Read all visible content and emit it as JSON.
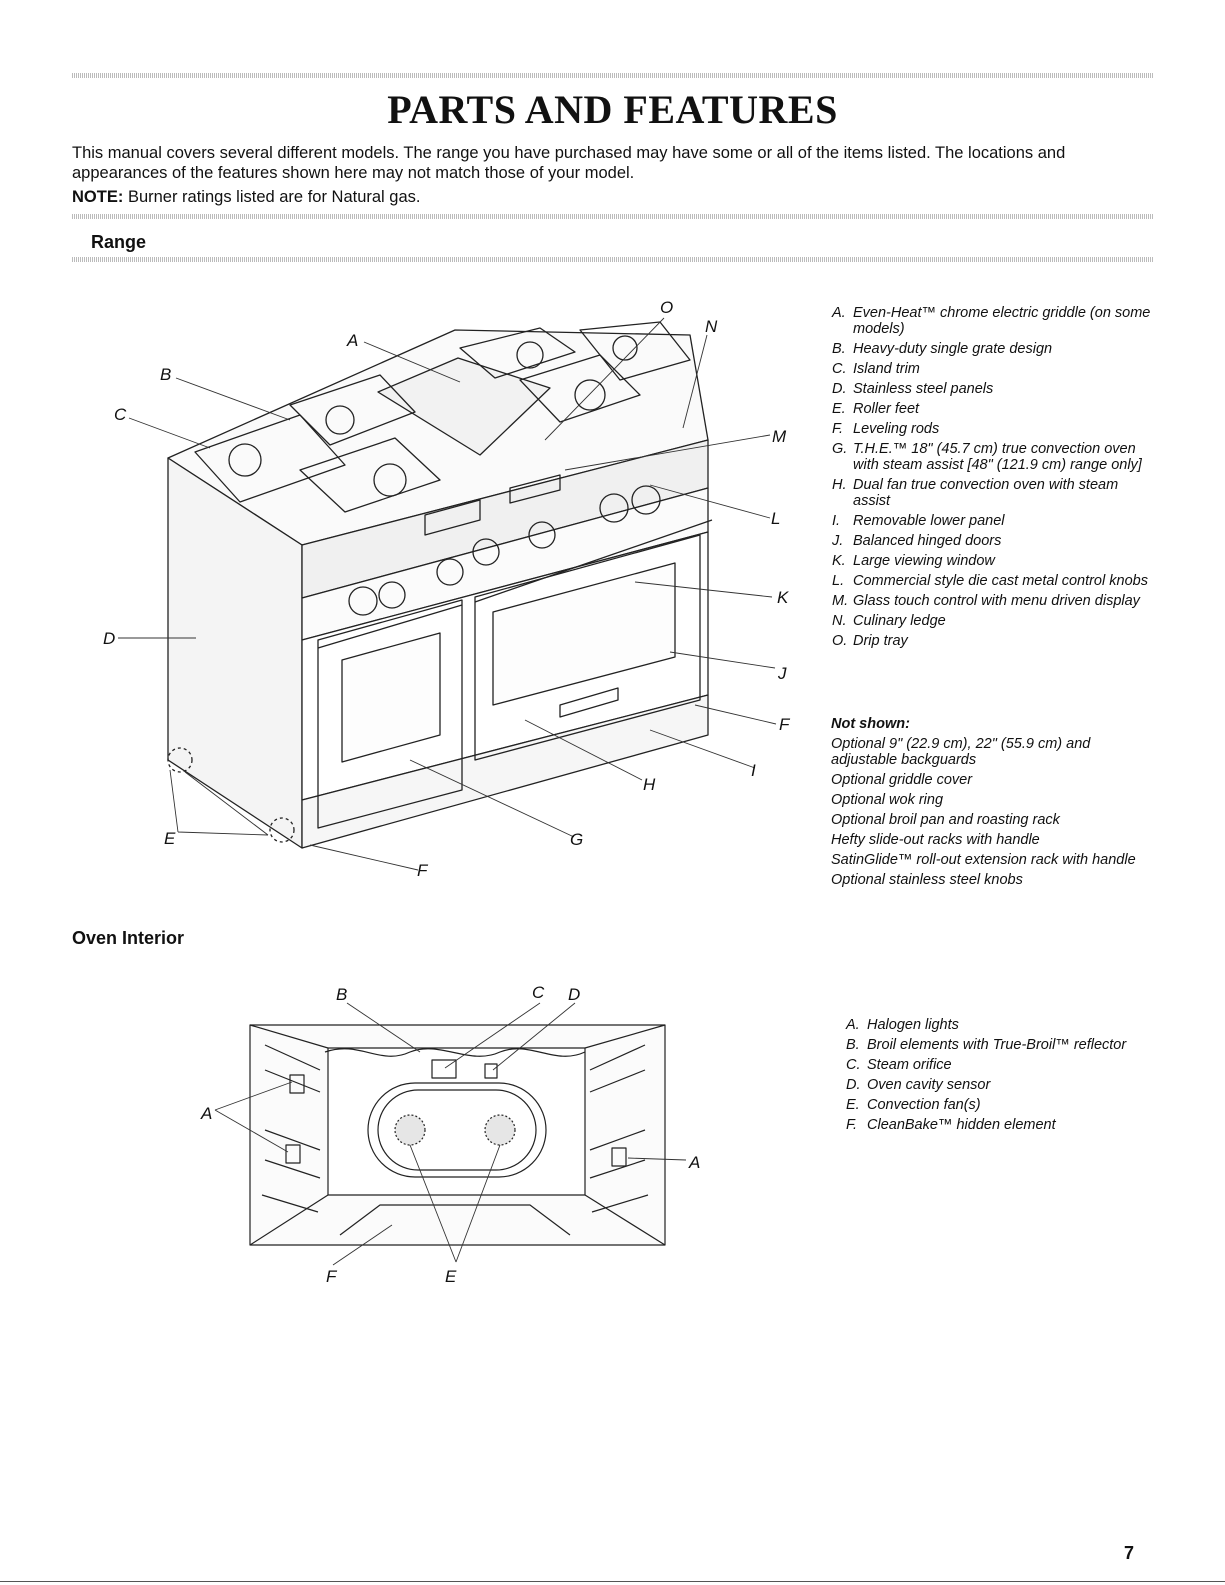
{
  "page": {
    "title": "PARTS AND FEATURES",
    "intro": "This manual covers several different models. The range you have purchased may have some or all of the items listed. The locations and appearances of the features shown here may not match those of your model.",
    "note_label": "NOTE:",
    "note_text": "Burner ratings listed are for Natural gas.",
    "page_number": "7"
  },
  "range": {
    "heading": "Range",
    "callouts": [
      "A",
      "B",
      "C",
      "D",
      "E",
      "F",
      "F",
      "G",
      "H",
      "I",
      "J",
      "K",
      "L",
      "M",
      "N",
      "O"
    ],
    "legend": [
      {
        "letter": "A.",
        "text": "Even-Heat™ chrome electric griddle (on some models)"
      },
      {
        "letter": "B.",
        "text": "Heavy-duty single grate design"
      },
      {
        "letter": "C.",
        "text": "Island trim"
      },
      {
        "letter": "D.",
        "text": "Stainless steel panels"
      },
      {
        "letter": "E.",
        "text": "Roller feet"
      },
      {
        "letter": "F.",
        "text": "Leveling rods"
      },
      {
        "letter": "G.",
        "text": "T.H.E.™ 18\" (45.7 cm) true convection oven with steam assist [48\" (121.9 cm) range only]"
      },
      {
        "letter": "H.",
        "text": "Dual fan true convection oven with steam assist"
      },
      {
        "letter": "I.",
        "text": "Removable lower panel"
      },
      {
        "letter": "J.",
        "text": "Balanced hinged doors"
      },
      {
        "letter": "K.",
        "text": "Large viewing window"
      },
      {
        "letter": "L.",
        "text": "Commercial style die cast metal control knobs"
      },
      {
        "letter": "M.",
        "text": "Glass touch control with menu driven display"
      },
      {
        "letter": "N.",
        "text": "Culinary ledge"
      },
      {
        "letter": "O.",
        "text": "Drip tray"
      }
    ],
    "not_shown_heading": "Not shown:",
    "not_shown": [
      "Optional 9\" (22.9 cm), 22\" (55.9 cm) and adjustable backguards",
      "Optional griddle cover",
      "Optional wok ring",
      "Optional broil pan and roasting rack",
      "Hefty slide-out racks with handle",
      "SatinGlide™ roll-out extension rack with handle",
      "Optional stainless steel knobs"
    ]
  },
  "oven_interior": {
    "heading": "Oven Interior",
    "callouts": [
      "A",
      "A",
      "B",
      "C",
      "D",
      "E",
      "F"
    ],
    "legend": [
      {
        "letter": "A.",
        "text": "Halogen lights"
      },
      {
        "letter": "B.",
        "text": "Broil elements with True-Broil™ reflector"
      },
      {
        "letter": "C.",
        "text": "Steam orifice"
      },
      {
        "letter": "D.",
        "text": "Oven cavity sensor"
      },
      {
        "letter": "E.",
        "text": "Convection fan(s)"
      },
      {
        "letter": "F.",
        "text": "CleanBake™ hidden element"
      }
    ]
  }
}
